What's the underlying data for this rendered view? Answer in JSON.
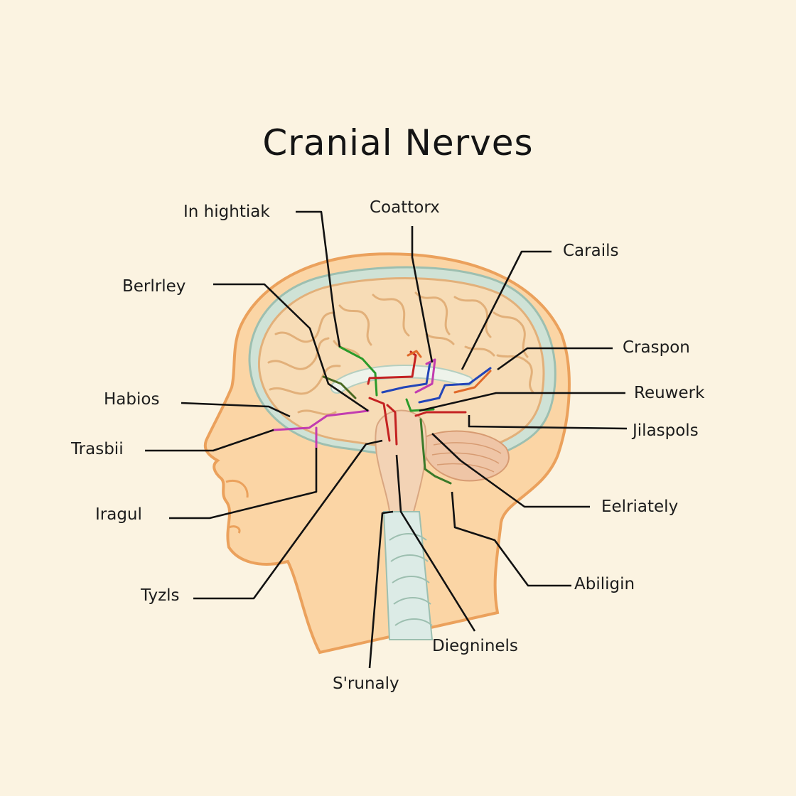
{
  "title": "Cranial Nerves",
  "labels": {
    "in_hightiak": "In hightiak",
    "coattorx": "Coattorx",
    "carails": "Carails",
    "berlrley": "Berlrley",
    "craspon": "Craspon",
    "habios": "Habios",
    "reuwerk": "Reuwerk",
    "trasbii": "Trasbii",
    "jilaspols": "Jilaspols",
    "iragul": "Iragul",
    "eelriately": "Eelriately",
    "tyzls": "Tyzls",
    "abiligin": "Abiligin",
    "diegninels": "Diegninels",
    "srunaly": "S'runaly"
  },
  "colors": {
    "background": "#fbf3e1",
    "skin": "#fbd5a5",
    "skin_outline": "#eba15c",
    "brain": "#f7dcb6",
    "brain_outline": "#e2b07a",
    "meninges": "#b9d3c7",
    "nerve_green": "#2a9a2a",
    "nerve_blue": "#2345b8",
    "nerve_red": "#c42222",
    "nerve_magenta": "#c23cb0",
    "nerve_orange": "#e06a2a",
    "leader": "#111111"
  }
}
